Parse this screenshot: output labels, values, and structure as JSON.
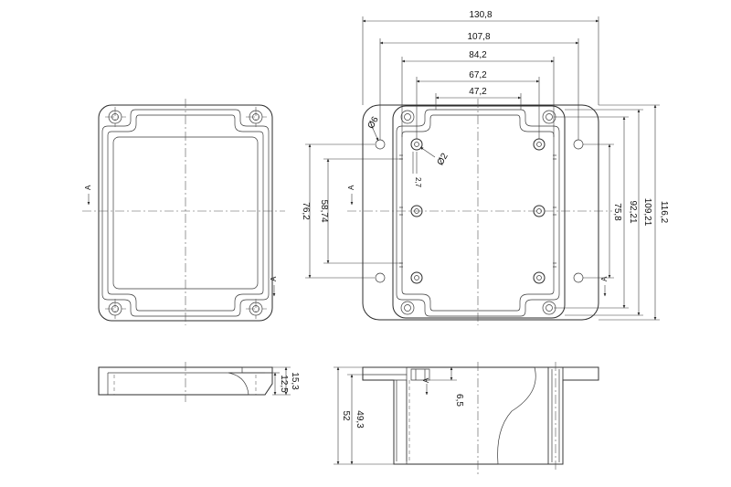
{
  "dimensions": {
    "width_overall": "130,8",
    "width_mount": "107,8",
    "width_holes_outer": "84,2",
    "width_holes_inner": "67,2",
    "width_pcb": "47,2",
    "hole_dia_large": "Ø6",
    "hole_dia_small": "Ø2",
    "boss_offset": "2,7",
    "height_right_overall": "116,2",
    "height_right_mount": "109,21",
    "height_right_holes": "92,21",
    "height_right_inner": "75,8",
    "height_left_outer": "76,2",
    "height_left_inner": "58,74",
    "lid_height": "15,3",
    "lid_inner": "12,5",
    "box_height": "52",
    "box_inner": "49,3",
    "rib_height": "6,5"
  },
  "section_marks": {
    "lid_left": "A",
    "lid_right": "A",
    "base_left": "A",
    "base_right": "A",
    "side_section": "A"
  }
}
